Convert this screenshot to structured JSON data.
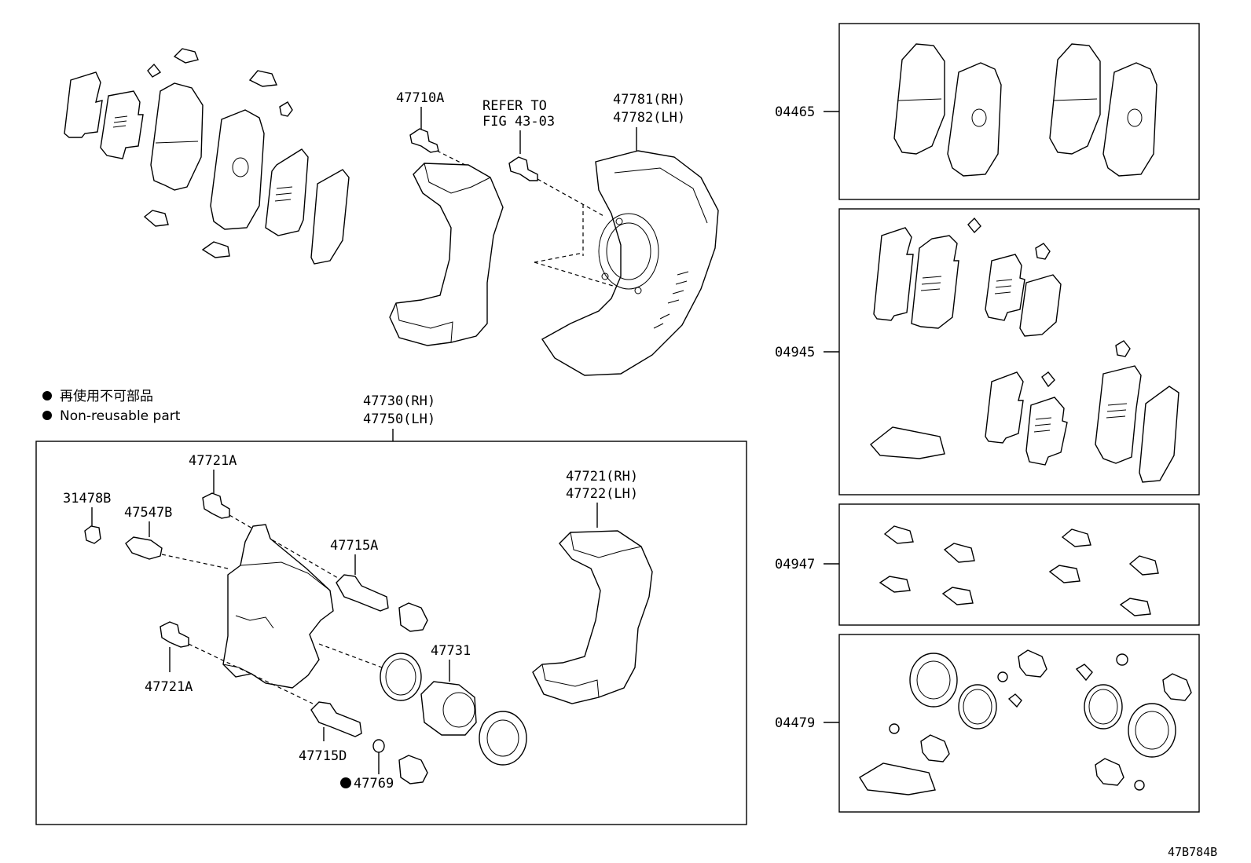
{
  "diagram": {
    "figure_id": "47B784B",
    "legend": {
      "ja": "再使用不可部品",
      "en": "Non-reusable part"
    },
    "top_labels": {
      "bolt_47710A": "47710A",
      "refer_line1": "REFER TO",
      "refer_line2": "FIG 43-03",
      "shield_rh": "47781(RH)",
      "shield_lh": "47782(LH)"
    },
    "assembly": {
      "rh": "47730(RH)",
      "lh": "47750(LH)"
    },
    "assembly_parts": {
      "p47721A_top": "47721A",
      "p31478B": "31478B",
      "p47547B": "47547B",
      "p47715A": "47715A",
      "p47721A_bottom": "47721A",
      "p47731": "47731",
      "p47715D": "47715D",
      "p47769": "47769",
      "mount_rh": "47721(RH)",
      "mount_lh": "47722(LH)"
    },
    "kits": [
      {
        "code": "04465"
      },
      {
        "code": "04945"
      },
      {
        "code": "04947"
      },
      {
        "code": "04479"
      }
    ]
  }
}
